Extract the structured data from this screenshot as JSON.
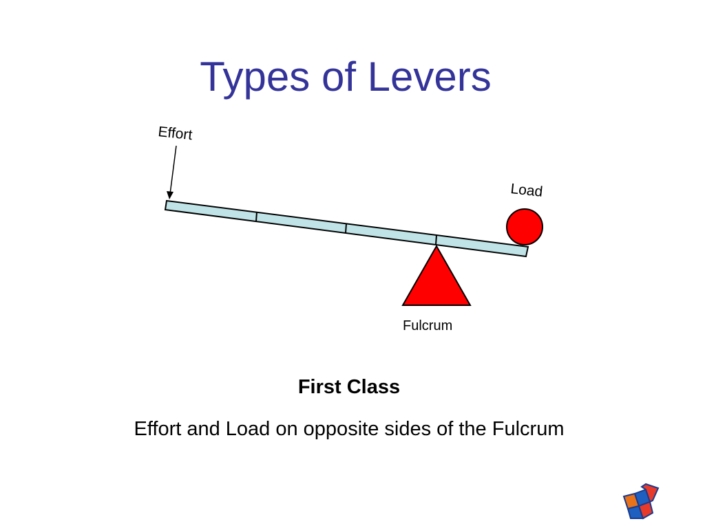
{
  "slide": {
    "title": "Types of Levers",
    "heading": "First Class",
    "caption": "Effort and Load on opposite sides of the Fulcrum"
  },
  "diagram": {
    "labels": {
      "effort": "Effort",
      "load": "Load",
      "fulcrum": "Fulcrum"
    },
    "colors": {
      "lever_fill": "#bfe3e6",
      "fulcrum_fill": "#ff0000",
      "load_fill": "#ff0000",
      "outline": "#000000"
    }
  },
  "nav": {
    "icon": "next-slide-arrow-icon"
  }
}
